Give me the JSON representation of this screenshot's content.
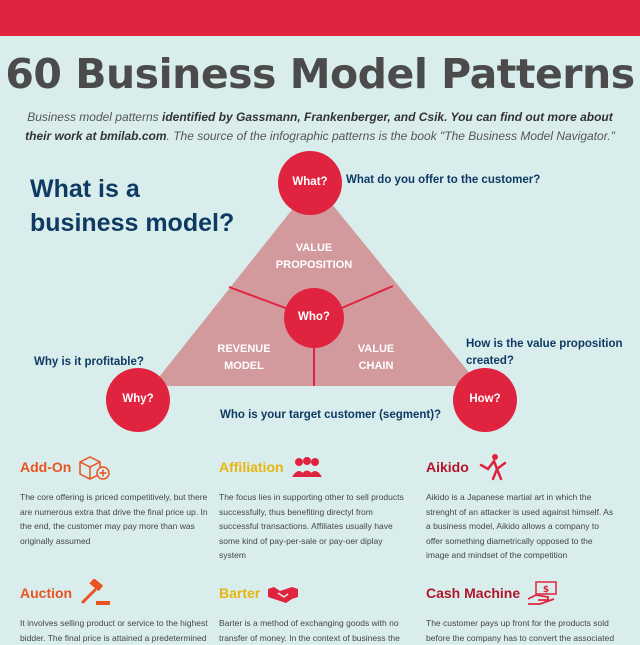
{
  "header": {
    "title": "60 Business Model Patterns",
    "subtitle_pre": "Business model patterns ",
    "subtitle_bold": "identified by Gassmann, Frankenberger, and Csik. You can find out more about their work at bmilab.com",
    "subtitle_post": ". The source of the infographic patterns is the book \"The Business Model Navigator.\""
  },
  "diagram": {
    "heading_line1": "What is a",
    "heading_line2": "business model?",
    "circles": {
      "what": "What?",
      "who": "Who?",
      "why": "Why?",
      "how": "How?"
    },
    "questions": {
      "what": "What do you offer to the customer?",
      "why": "Why is it profitable?",
      "how_line1": "How is the value proposition",
      "how_line2": "created?",
      "who": "Who is your target customer (segment)?"
    },
    "segments": {
      "value_prop_1": "VALUE",
      "value_prop_2": "PROPOSITION",
      "revenue_1": "REVENUE",
      "revenue_2": "MODEL",
      "chain_1": "VALUE",
      "chain_2": "CHAIN"
    }
  },
  "colors": {
    "red": "#e0243f",
    "triangle": "#d39a9e",
    "navy": "#0e3a63",
    "orange": "#e9531f",
    "yellow": "#e6b60f",
    "darkred": "#b2142b"
  },
  "patterns": [
    {
      "title": "Add-On",
      "icon": "box-plus-icon",
      "desc": "The core offering is priced competitively, but there are numerous extra that drive the final price up. In the end, the customer may pay more than was originally assumed"
    },
    {
      "title": "Affiliation",
      "icon": "people-group-icon",
      "desc": "The focus lies in supporting other to sell products successfully, thus benefiting directyl from successful transactions. Affiliates usually have some kind of pay-per-sale or pay-oer diplay system"
    },
    {
      "title": "Aikido",
      "icon": "martial-artist-icon",
      "desc": "Aikido is a Japanese martial art in which the strenght of an attacker is used against himself. As a business model, Aikido allows a company to offer something diametrically opposed to the image and mindset of the competition"
    },
    {
      "title": "Auction",
      "icon": "gavel-icon",
      "desc": "It involves selling product or service to the highest bidder. The final price is attained a predetermined"
    },
    {
      "title": "Barter",
      "icon": "handshake-icon",
      "desc": "Barter is a method of exchanging goods with no transfer of money. In the context of business the"
    },
    {
      "title": "Cash Machine",
      "icon": "cash-register-icon",
      "desc": "The customer pays up front for the products sold before the company has to convert the associated"
    }
  ]
}
